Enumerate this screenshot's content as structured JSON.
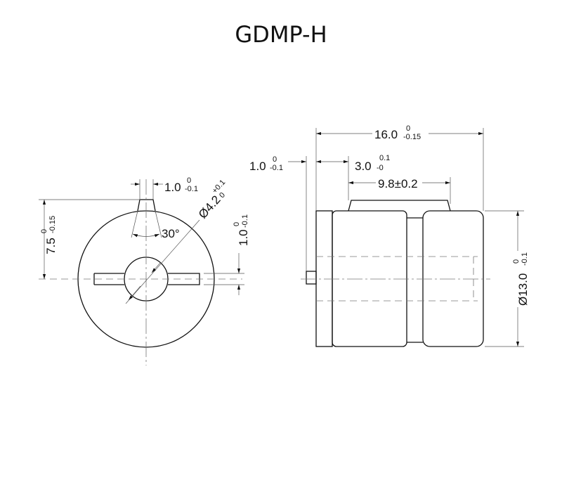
{
  "title": "GDMP-H",
  "front_view": {
    "tab_width": {
      "value": "1.0",
      "upper": "0",
      "lower": "-0.1"
    },
    "height": {
      "value": "7.5",
      "upper": "0",
      "lower": "-0.15"
    },
    "angle": "30°",
    "bore": {
      "value": "Ø4.2",
      "upper": "+0.1",
      "lower": "0"
    },
    "slot_width": {
      "value": "1.0",
      "upper": "0",
      "lower": "-0.1"
    }
  },
  "side_view": {
    "length": {
      "value": "16.0",
      "upper": "0",
      "lower": "-0.15"
    },
    "pin": {
      "value": "1.0",
      "upper": "0",
      "lower": "-0.1"
    },
    "offset": {
      "value": "3.0",
      "upper": "0.1",
      "lower": "-0"
    },
    "tab_length": {
      "value": "9.8±0.2"
    },
    "diameter": {
      "value": "Ø13.0",
      "upper": "0",
      "lower": "-0.1"
    }
  }
}
